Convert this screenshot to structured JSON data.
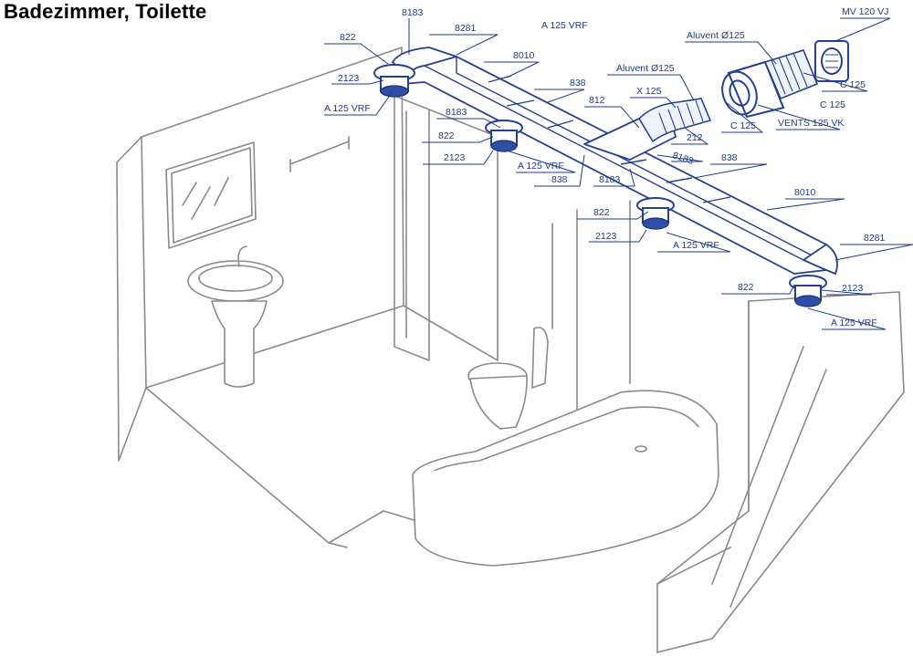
{
  "title": "Badezimmer, Toilette",
  "labels": {
    "l8183_top": "8183",
    "l822_a": "822",
    "l8281_top": "8281",
    "lA125VRF_top": "A 125 VRF",
    "l2123_a": "2123",
    "lA125VRF_a": "A 125 VRF",
    "l8010_a": "8010",
    "l838_a": "838",
    "l8183_b": "8183",
    "l822_b": "822",
    "l2123_b": "2123",
    "lA125VRF_b": "A 125 VRF",
    "l838_b": "838",
    "l8183_c": "8183",
    "l812": "812",
    "lX125": "X 125",
    "l212": "212",
    "l8183_d": "8183",
    "lAluvent_a": "Aluvent Ø125",
    "lAluvent_b": "Aluvent Ø125",
    "lC125_a": "C 125",
    "lC125_b": "C 125",
    "lC125_c": "C 125",
    "lVents": "VENTS 125 VK",
    "lMV120": "MV 120 VJ",
    "l838_c": "838",
    "l8010_b": "8010",
    "l822_c": "822",
    "l2123_c": "2123",
    "lA125VRF_c": "A 125 VRF",
    "l8281_b": "8281",
    "l822_d": "822",
    "l2123_d": "2123",
    "lA125VRF_d": "A 125 VRF"
  },
  "colors": {
    "duct_stroke": "#24418f",
    "label_text": "#1f3b8c",
    "room_line": "#8a8a8a"
  },
  "icons": [
    "mirror",
    "towel-rail",
    "washbasin",
    "toilet",
    "bathtub",
    "fan-mv-120-vj",
    "inline-fan-vents-125-vk",
    "flexible-hose",
    "ceiling-valve"
  ]
}
